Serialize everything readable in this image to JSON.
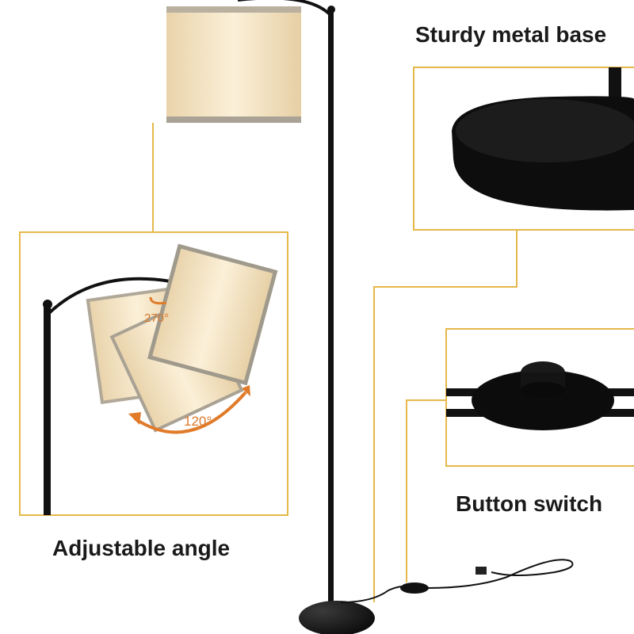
{
  "captions": {
    "base": "Sturdy metal base",
    "switch": "Button switch",
    "angle": "Adjustable angle"
  },
  "angles": {
    "rotate": "270°",
    "tilt": "120°"
  },
  "colors": {
    "frame": "#e5b84a",
    "metal": "#111111",
    "shade": "#f3dcae",
    "arrow": "#e07b2a"
  }
}
